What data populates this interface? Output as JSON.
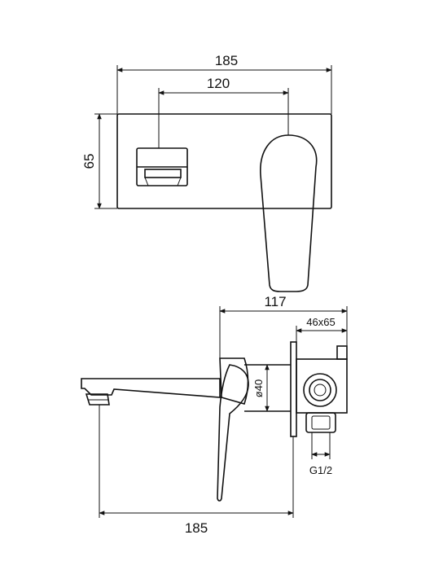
{
  "top_view": {
    "dim_overall_width": "185",
    "dim_handle_offset": "120",
    "dim_height": "65"
  },
  "side_view": {
    "dim_depth": "117",
    "dim_box": "46x65",
    "dim_diameter": "ø40",
    "dim_thread": "G1/2",
    "dim_spout_length": "185"
  }
}
